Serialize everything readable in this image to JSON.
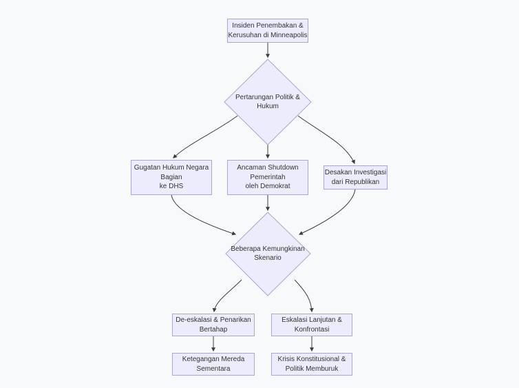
{
  "theme": {
    "background": "#f8f9fb",
    "node_fill": "#ececfc",
    "node_border": "#aba4d4",
    "edge_color": "#3d3d3d",
    "text_color": "#333333"
  },
  "diagram": {
    "type": "flowchart",
    "direction": "top-down",
    "nodes": {
      "insiden": {
        "shape": "rect",
        "lines": [
          "Insiden Penembakan &",
          "Kerusuhan di Minneapolis"
        ]
      },
      "pertarungan": {
        "shape": "diamond",
        "lines": [
          "Pertarungan Politik &",
          "Hukum"
        ]
      },
      "gugatan": {
        "shape": "rect",
        "lines": [
          "Gugatan Hukum Negara",
          "Bagian",
          "ke DHS"
        ]
      },
      "ancaman": {
        "shape": "rect",
        "lines": [
          "Ancaman Shutdown",
          "Pemerintah",
          "oleh Demokrat"
        ]
      },
      "desakan": {
        "shape": "rect",
        "lines": [
          "Desakan Investigasi",
          "dari Republikan"
        ]
      },
      "skenario": {
        "shape": "diamond",
        "lines": [
          "Beberapa Kemungkinan",
          "Skenario"
        ]
      },
      "deeskalasi": {
        "shape": "rect",
        "lines": [
          "De-eskalasi & Penarikan",
          "Bertahap"
        ]
      },
      "eskalasi": {
        "shape": "rect",
        "lines": [
          "Eskalasi Lanjutan &",
          "Konfrontasi"
        ]
      },
      "ketegangan": {
        "shape": "rect",
        "lines": [
          "Ketegangan Mereda",
          "Sementara"
        ]
      },
      "krisis": {
        "shape": "rect",
        "lines": [
          "Krisis Konstitusional &",
          "Politik Memburuk"
        ]
      }
    },
    "edges": [
      {
        "from": "insiden",
        "to": "pertarungan"
      },
      {
        "from": "pertarungan",
        "to": "gugatan"
      },
      {
        "from": "pertarungan",
        "to": "ancaman"
      },
      {
        "from": "pertarungan",
        "to": "desakan"
      },
      {
        "from": "gugatan",
        "to": "skenario"
      },
      {
        "from": "ancaman",
        "to": "skenario"
      },
      {
        "from": "desakan",
        "to": "skenario"
      },
      {
        "from": "skenario",
        "to": "deeskalasi"
      },
      {
        "from": "skenario",
        "to": "eskalasi"
      },
      {
        "from": "deeskalasi",
        "to": "ketegangan"
      },
      {
        "from": "eskalasi",
        "to": "krisis"
      }
    ]
  }
}
